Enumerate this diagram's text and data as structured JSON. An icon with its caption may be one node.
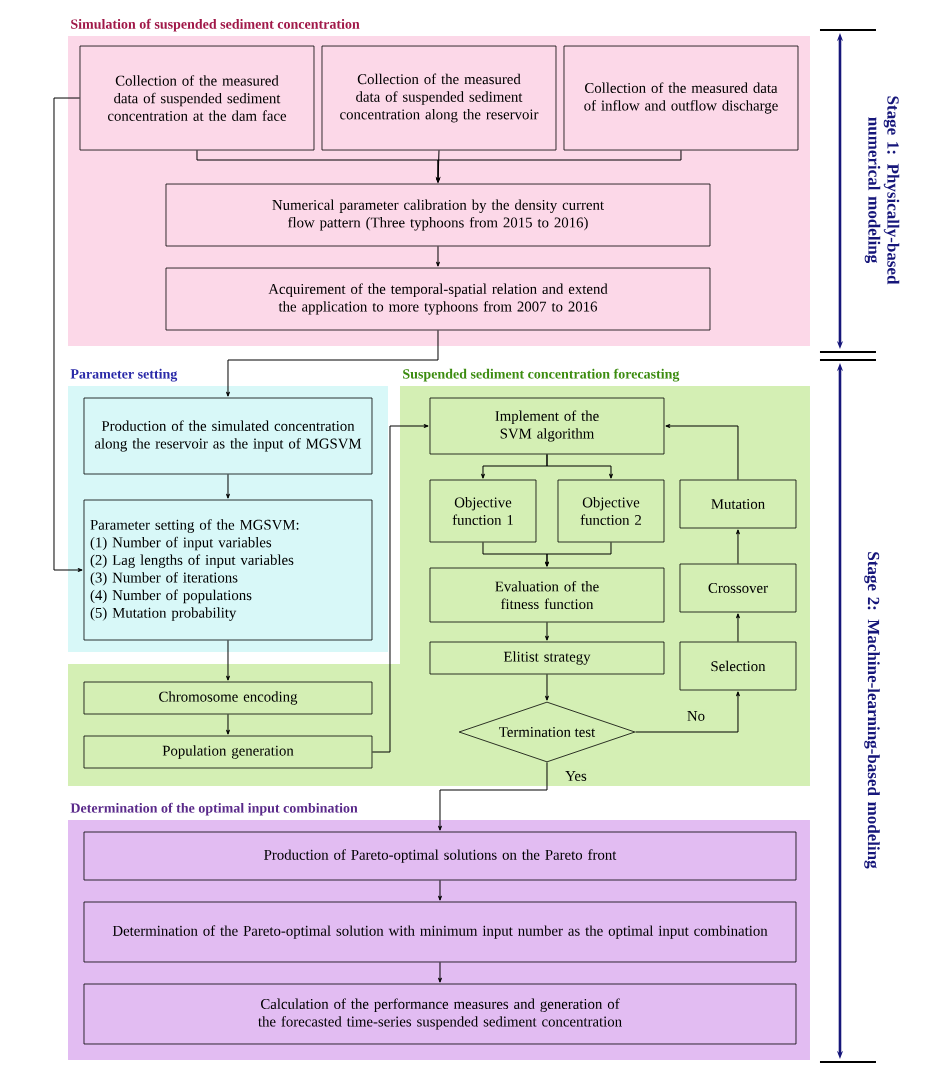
{
  "diagram": {
    "nodes": [
      {
        "text": [
          "Simulation of suspended sediment concentration"
        ]
      },
      {
        "text": [
          "Collection of the measured data of suspended sediment concentration at the dam face"
        ],
        "in": 0
      },
      {
        "text": [
          "Collection of the measured data of suspended sediment concentration along the reservoir"
        ],
        "in": 0
      },
      {
        "text": [
          "Collection of the measured data of inflow and outflow discharge"
        ],
        "in": 0
      },
      {
        "text": [
          "Numerical parameter calibration by the density current flow pattern (Three typhoons from 2015 to 2016)"
        ],
        "in": 0
      },
      {
        "text": [
          "Acquirement of the temporal-spatial relation and extend the application to more typhoons from 2007 to 2016"
        ],
        "in": 0
      },
      {
        "text": [
          "Parameter setting"
        ]
      },
      {
        "text": [
          "Production of the simulated concentration along the reservoir as the input of MGSVM"
        ],
        "in": 6
      },
      {
        "text": [
          "Parameter setting of the MGSVM:",
          "(1) Number of input variables",
          "(2) Lag lengths of input variables",
          "(3) Number of iterations",
          "(4) Number of populations",
          "(5) Mutation probability"
        ],
        "in": 6
      },
      {
        "text": [
          "Suspended sediment concentration forecasting"
        ]
      },
      {
        "text": [
          "Chromosome encoding"
        ],
        "in": 9
      },
      {
        "text": [
          "Population generation"
        ],
        "in": 9
      },
      {
        "text": [
          "Implement of the SVM algorithm"
        ],
        "in": 9
      },
      {
        "text": [
          "Objective function 1"
        ],
        "in": 9
      },
      {
        "text": [
          "Objective function 2"
        ],
        "in": 9
      },
      {
        "text": [
          "Evaluation of the fitness function"
        ],
        "in": 9
      },
      {
        "text": [
          "Elitist strategy"
        ],
        "in": 9
      },
      {
        "text": [
          "Termination test"
        ],
        "in": 9
      },
      {
        "text": [
          "Mutation"
        ],
        "in": 9
      },
      {
        "text": [
          "Crossover"
        ],
        "in": 9
      },
      {
        "text": [
          "Selection"
        ],
        "in": 9
      },
      {
        "text": [
          "Determination of the optimal input combination"
        ]
      },
      {
        "text": [
          "Production of Pareto-optimal solutions on the Pareto front"
        ],
        "in": 21
      },
      {
        "text": [
          "Determination of the Pareto-optimal solution with minimum input number as the optimal input combination"
        ],
        "in": 21
      },
      {
        "text": [
          "Calculation of the performance measures and generation of the forecasted time-series suspended sediment concentration"
        ],
        "in": 21
      }
    ],
    "edges": [
      {
        "from": 1,
        "to": 4,
        "arrow": "to"
      },
      {
        "from": 2,
        "to": 4,
        "arrow": "to"
      },
      {
        "from": 3,
        "to": 4,
        "arrow": "to"
      },
      {
        "from": 4,
        "to": 5,
        "arrow": "to"
      },
      {
        "from": 5,
        "to": 7,
        "arrow": "to"
      },
      {
        "from": 1,
        "to": 8,
        "arrow": "to"
      },
      {
        "from": 7,
        "to": 8,
        "arrow": "to"
      },
      {
        "from": 8,
        "to": 10,
        "arrow": "to"
      },
      {
        "from": 10,
        "to": 11,
        "arrow": "to"
      },
      {
        "from": 11,
        "to": 12,
        "arrow": "to"
      },
      {
        "from": 12,
        "to": 13,
        "arrow": "to"
      },
      {
        "from": 12,
        "to": 14,
        "arrow": "to"
      },
      {
        "from": 13,
        "to": 15,
        "arrow": "to"
      },
      {
        "from": 14,
        "to": 15,
        "arrow": "to"
      },
      {
        "from": 15,
        "to": 16,
        "arrow": "to"
      },
      {
        "from": 16,
        "to": 17,
        "arrow": "to"
      },
      {
        "from": 17,
        "to": 20,
        "arrow": "to",
        "label": "No"
      },
      {
        "from": 20,
        "to": 19,
        "arrow": "to"
      },
      {
        "from": 19,
        "to": 18,
        "arrow": "to"
      },
      {
        "from": 18,
        "to": 12,
        "arrow": "to"
      },
      {
        "from": 17,
        "to": 22,
        "arrow": "to",
        "label": "Yes"
      },
      {
        "from": 22,
        "to": 23,
        "arrow": "to"
      },
      {
        "from": 23,
        "to": 24,
        "arrow": "to"
      }
    ],
    "labels": [
      "Stage 1: Physically-based numerical modeling",
      "Stage 2: Machine-learning-based modeling"
    ]
  }
}
